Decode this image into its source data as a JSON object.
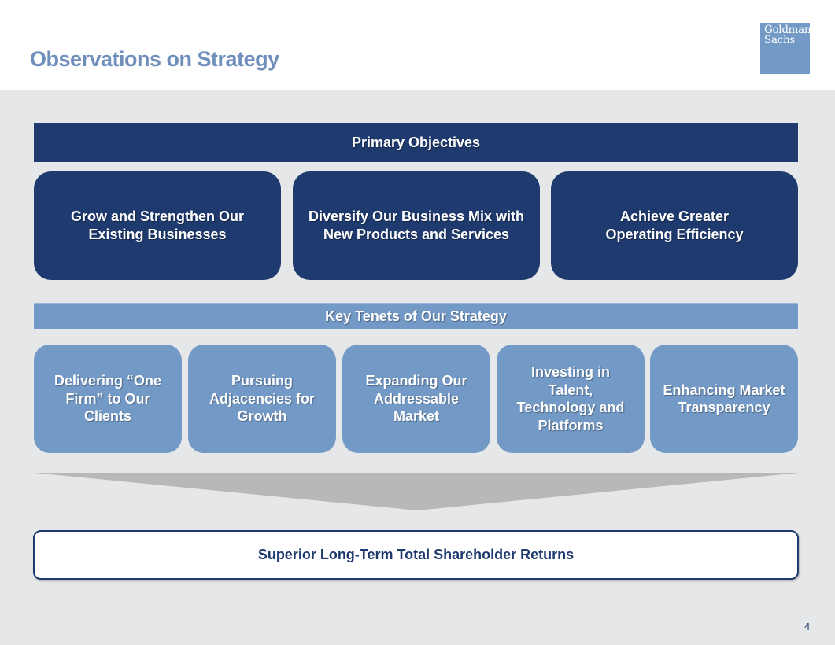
{
  "header": {
    "title": "Observations on Strategy",
    "logo_text": "Goldman\nSachs"
  },
  "primary": {
    "heading": "Primary Objectives",
    "objectives": [
      "Grow and Strengthen Our Existing Businesses",
      "Diversify Our Business Mix with New Products and Services",
      "Achieve Greater Operating Efficiency"
    ]
  },
  "tenets": {
    "heading": "Key Tenets of Our Strategy",
    "items": [
      "Delivering “One Firm” to Our Clients",
      "Pursuing Adjacencies for Growth",
      "Expanding Our Addressable Market",
      "Investing in Talent, Technology and Platforms",
      "Enhancing Market Transparency"
    ]
  },
  "result": "Superior Long-Term Total Shareholder Returns",
  "page_number": "4",
  "colors": {
    "navy": "#1f3a6e",
    "light_blue": "#7399c6",
    "title_blue": "#6f8ebb",
    "background": "#e6e7e8",
    "funnel_gray": "#b7b8ba"
  }
}
